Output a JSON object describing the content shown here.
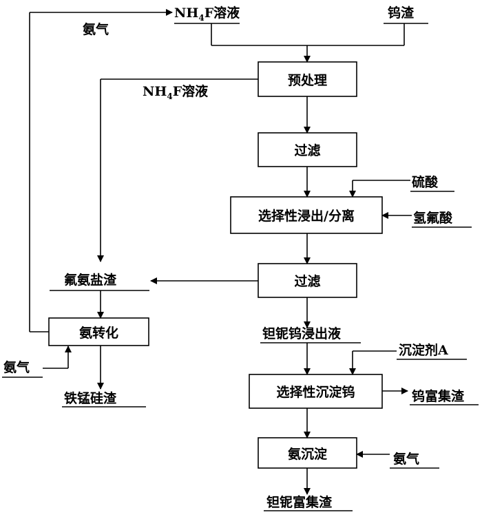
{
  "inputs": {
    "nh4f_top": "NH4F溶液",
    "tungsten_slag": "钨渣",
    "nh4f_mid": "NH4F溶液",
    "ammonia_top": "氨气",
    "sulfuric_acid": "硫酸",
    "hydrofluoric_acid": "氢氟酸",
    "ammonia_left": "氨气",
    "precipitant_a": "沉淀剂A",
    "ammonia_bottom": "氨气"
  },
  "steps": {
    "pretreatment": "预处理",
    "filter_1": "过滤",
    "selective_leach": "选择性浸出/分离",
    "filter_2": "过滤",
    "ammonia_conversion": "氨转化",
    "selective_precip_w": "选择性沉淀钨",
    "ammonia_precip": "氨沉淀"
  },
  "products": {
    "fluoroammonium_salt_slag": "氟氨盐渣",
    "ta_nb_w_leachate": "钽铌钨浸出液",
    "fe_mn_si_slag": "铁锰硅渣",
    "w_rich_slag": "钨富集渣",
    "ta_nb_rich_slag": "钽铌富集渣"
  },
  "colors": {
    "line": "#000000",
    "background": "#ffffff"
  }
}
